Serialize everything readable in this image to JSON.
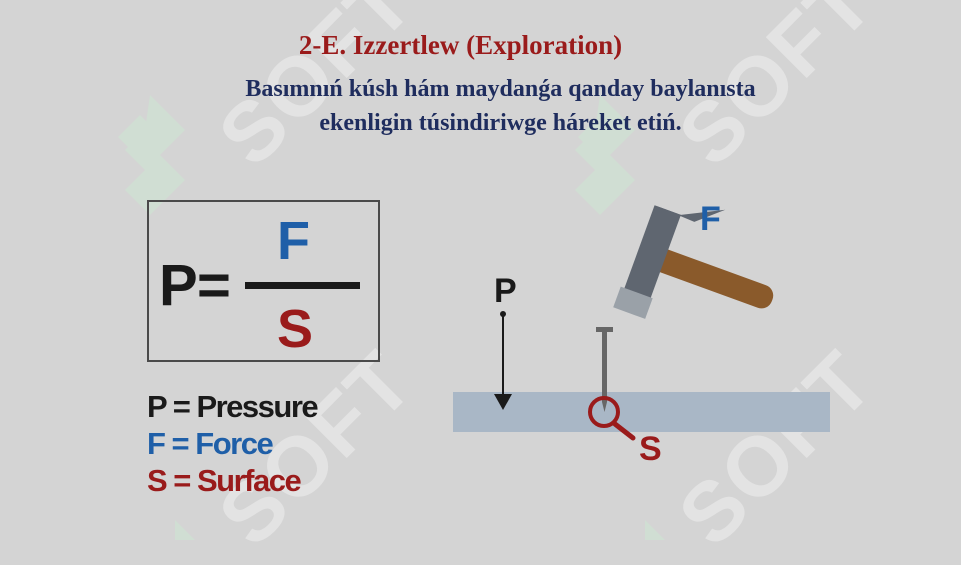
{
  "title": "2-E. Izzertlew (Exploration)",
  "subtitle_line1": "Basımnıń kúsh hám maydanǵa qanday baylanısta",
  "subtitle_line2": "ekenligin túsindiriwge háreket etiń.",
  "formula": {
    "lhs": "P",
    "equals": "=",
    "numerator": "F",
    "denominator": "S"
  },
  "legend": {
    "p": "P = Pressure",
    "f": "F = Force",
    "s": "S = Surface"
  },
  "diagram": {
    "label_p": "P",
    "label_f": "F",
    "label_s": "S"
  },
  "watermark": "SOFT",
  "colors": {
    "title": "#9a1b1b",
    "subtitle": "#1f2d5e",
    "force_blue": "#1f5fa8",
    "surface_red": "#9a1b1b",
    "board": "#a9b7c6"
  },
  "icons": [
    "hammer-icon",
    "nail-icon",
    "magnifier-icon",
    "down-arrow-icon"
  ]
}
